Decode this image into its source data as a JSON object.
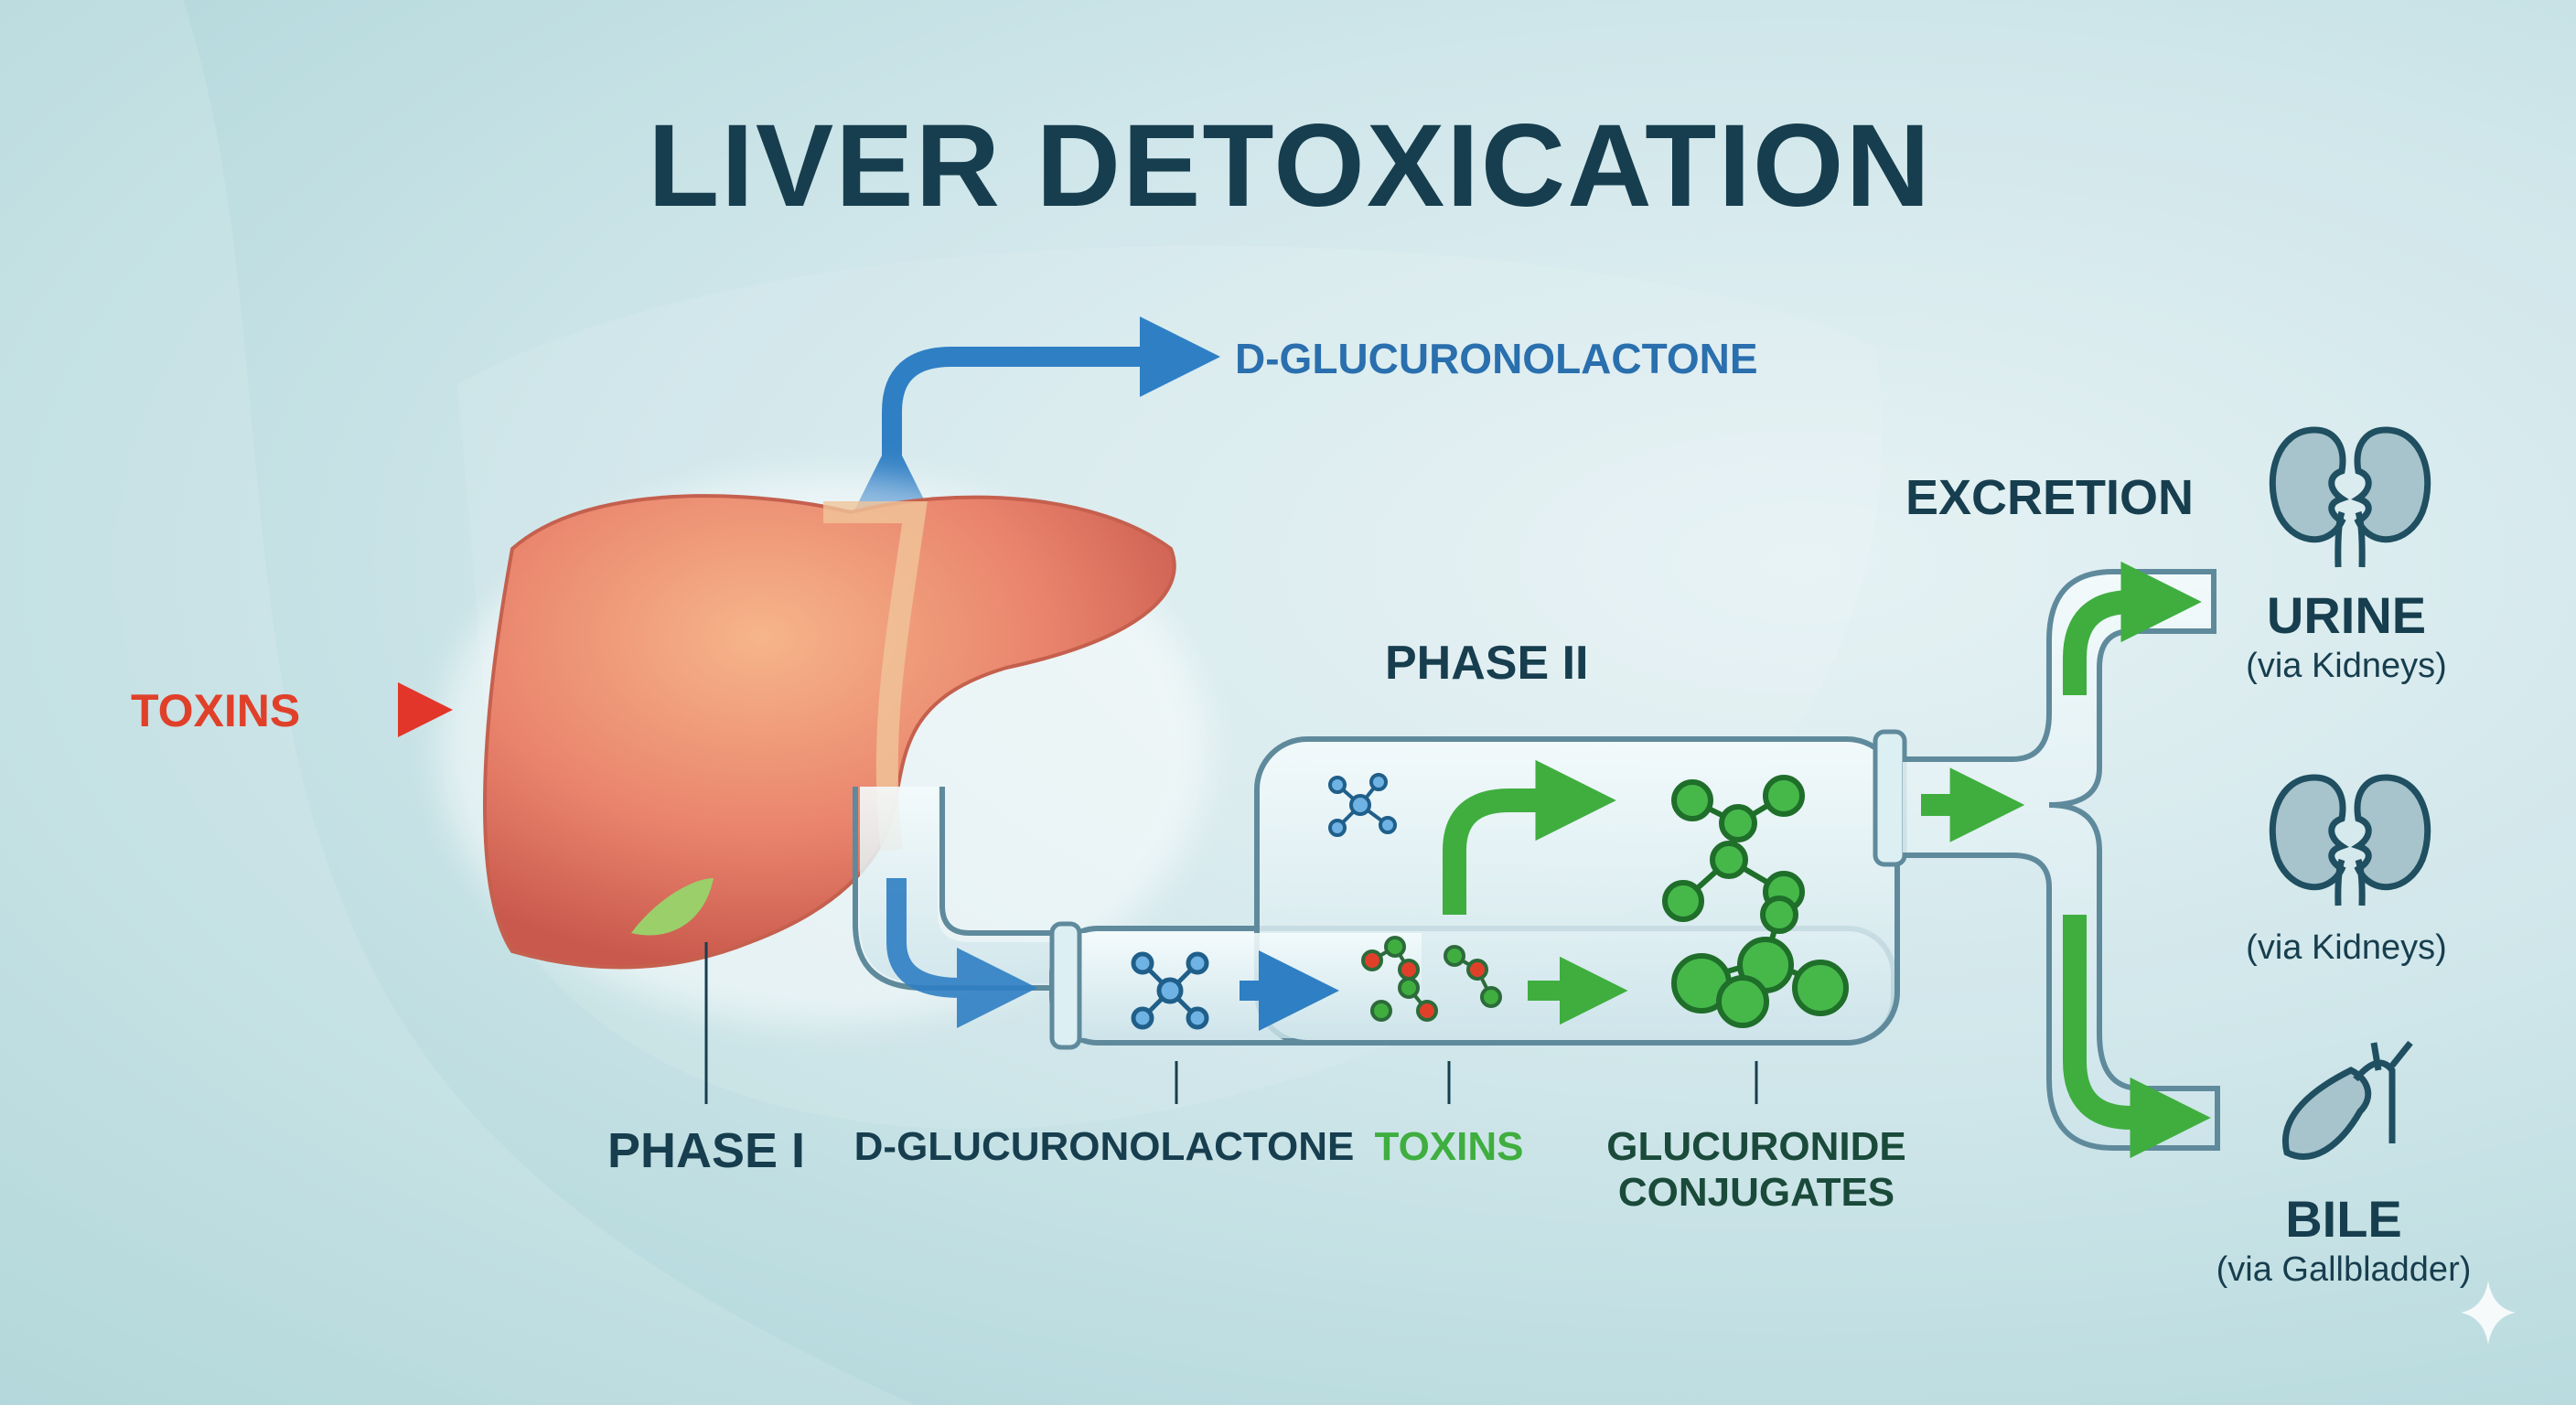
{
  "title": "LIVER DETOXICATION",
  "top_label": "D-GLUCURONOLACTONE",
  "input_label": "TOXINS",
  "phase1_label": "PHASE I",
  "phase2_label": "PHASE II",
  "tube_labels": {
    "d_glucuronolactone": "D-GLUCURONOLACTONE",
    "toxins": "TOXINS",
    "conjugates_line1": "GLUCURONIDE",
    "conjugates_line2": "CONJUGATES"
  },
  "excretion": {
    "heading": "EXCRETION",
    "urine": "URINE",
    "urine_sub": "(via Kidneys)",
    "kidneys_sub": "(via Kidneys)",
    "bile": "BILE",
    "bile_sub": "(via Gallbladder)"
  },
  "colors": {
    "dark": "#173e4e",
    "blue": "#2f7fc4",
    "green": "#3fae3f",
    "red": "#e0402a",
    "liver": "#e8826a"
  }
}
